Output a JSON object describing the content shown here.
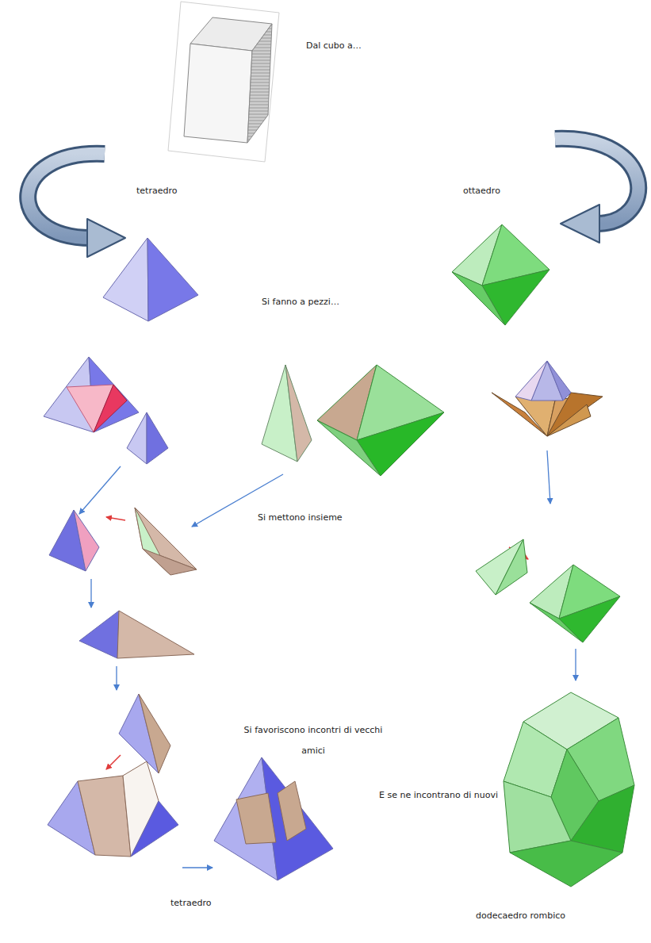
{
  "diagram": {
    "labels": [
      "Dal cubo a…",
      "tetraedro",
      "ottaedro",
      "Si fanno a pezzi…",
      "Si mettono insieme",
      "Si favoriscono incontri di vecchi amici",
      "E se ne incontrano di nuovi",
      "tetraedro",
      "dodecaedro rombico"
    ]
  }
}
